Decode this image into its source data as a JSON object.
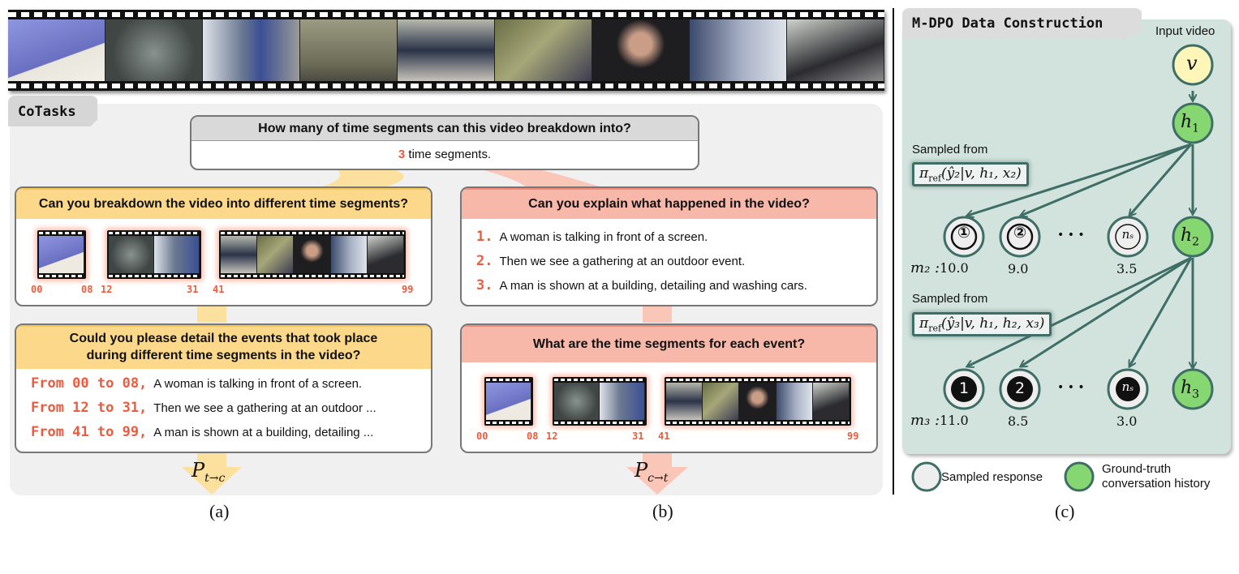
{
  "filmstrip": {
    "frame_count": 9,
    "frame_colors": [
      "#8a90d8",
      "#5f6763",
      "#9aa1b0",
      "#8c8a73",
      "#5d6a7c",
      "#777b5a",
      "#2c2b2c",
      "#4e5a70",
      "#5a5a5e"
    ]
  },
  "cotasks": {
    "title": "CoTasks",
    "top_question": {
      "question": "How many of time segments can this video breakdown into?",
      "answer_number": "3",
      "answer_text": " time segments."
    },
    "panel_a": {
      "question1": "Can you breakdown the video into different time segments?",
      "segments": [
        {
          "start": "00",
          "end": "08"
        },
        {
          "start": "12",
          "end": "31"
        },
        {
          "start": "41",
          "end": "99"
        }
      ],
      "question2": "Could you please detail the events that took place during different time segments in the video?",
      "events": [
        {
          "lead": "From 00 to 08,",
          "text": "A woman is talking in front of a screen."
        },
        {
          "lead": "From 12 to 31,",
          "text": "Then we see a gathering at an outdoor ..."
        },
        {
          "lead": "From 41 to 99,",
          "text": "A man is shown at a building, detailing ..."
        }
      ],
      "p_label": "P",
      "p_sub": "t→c",
      "caption": "(a)"
    },
    "panel_b": {
      "question1": "Can you explain what happened in the video?",
      "items": [
        {
          "num": "1.",
          "text": "A woman is talking in front of a screen."
        },
        {
          "num": "2.",
          "text": "Then we see a gathering at an outdoor event."
        },
        {
          "num": "3.",
          "text": "A man is shown at a building, detailing and washing cars."
        }
      ],
      "question2": "What are the time segments for each event?",
      "segments": [
        {
          "start": "00",
          "end": "08"
        },
        {
          "start": "12",
          "end": "31"
        },
        {
          "start": "41",
          "end": "99"
        }
      ],
      "p_label": "P",
      "p_sub": "c→t",
      "caption": "(b)"
    }
  },
  "mdpo": {
    "title": "M-DPO Data Construction",
    "input_label": "Input video",
    "v_node": "v",
    "h1": "h",
    "h1_sub": "1",
    "h2": "h",
    "h2_sub": "2",
    "h3": "h",
    "h3_sub": "3",
    "sampled_from_1": "Sampled from",
    "formula1": "π",
    "formula1_sub": "ref",
    "formula1_rest": "(ŷ₂|v, h₁, x₂)",
    "sampled_from_2": "Sampled from",
    "formula2": "π",
    "formula2_sub": "ref",
    "formula2_rest": "(ŷ₃|v, h₁, h₂, x₃)",
    "row2": {
      "nodes": [
        "①",
        "②",
        "nₛ"
      ],
      "ellipsis": "• • •",
      "label": "m₂ :",
      "scores": [
        "10.0",
        "9.0",
        "3.5"
      ]
    },
    "row3": {
      "nodes": [
        "1",
        "2",
        "nₛ"
      ],
      "ellipsis": "• • •",
      "label": "m₃ :",
      "scores": [
        "11.0",
        "8.5",
        "3.0"
      ]
    },
    "legend": {
      "sampled": "Sampled response",
      "ground_truth_line1": "Ground-truth",
      "ground_truth_line2": "conversation history"
    },
    "caption": "(c)",
    "colors": {
      "panel_bg": "#d2e2dc",
      "edge": "#3e6e66",
      "v_fill": "#fdf6b8",
      "h_fill": "#86d672",
      "sample_fill": "#eeeeee"
    }
  },
  "colors": {
    "accent_red": "#f05a3c",
    "yellow_header": "#fcd98a",
    "red_header": "#f7b8aa",
    "gray_header": "#d9d9d9"
  }
}
